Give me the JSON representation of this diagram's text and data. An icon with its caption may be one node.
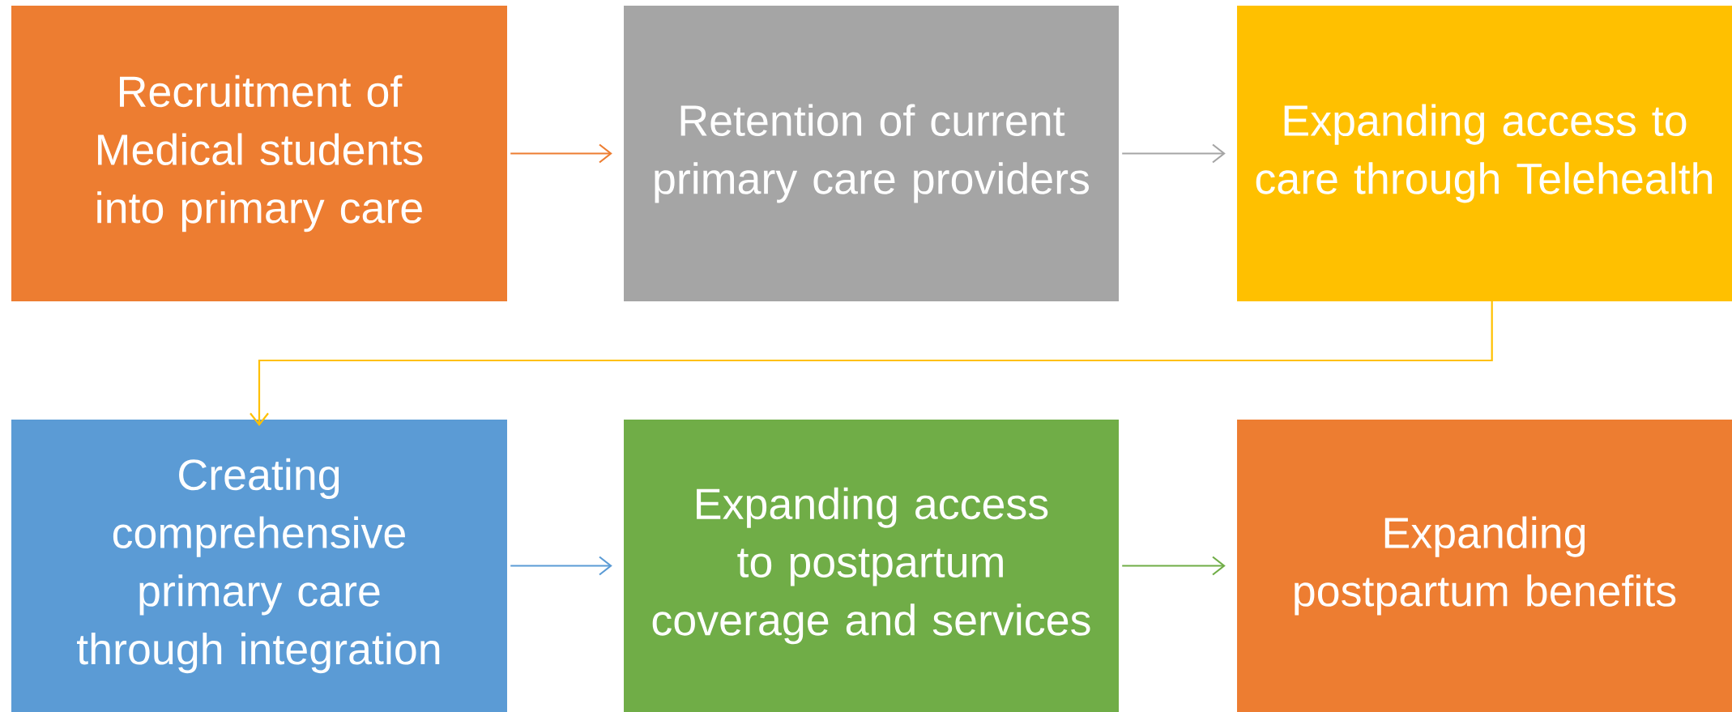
{
  "diagram": {
    "nodes": [
      {
        "text": [
          "Recruitment of Medical students into primary care"
        ]
      },
      {
        "text": [
          "Retention of current primary care providers"
        ]
      },
      {
        "text": [
          "Expanding access to care through Telehealth"
        ]
      },
      {
        "text": [
          "Creating comprehensive primary care through integration"
        ]
      },
      {
        "text": [
          "Expanding access to postpartum coverage and services"
        ]
      },
      {
        "text": [
          "Expanding postpartum benefits"
        ]
      }
    ],
    "edges": [
      {
        "from": 0,
        "to": 1,
        "arrow": "to",
        "color": "#ed7d31"
      },
      {
        "from": 1,
        "to": 2,
        "arrow": "to",
        "color": "#a5a5a5"
      },
      {
        "from": 2,
        "to": 3,
        "arrow": "to",
        "color": "#ffc000"
      },
      {
        "from": 3,
        "to": 4,
        "arrow": "to",
        "color": "#5b9bd5"
      },
      {
        "from": 4,
        "to": 5,
        "arrow": "to",
        "color": "#70ad47"
      }
    ]
  }
}
